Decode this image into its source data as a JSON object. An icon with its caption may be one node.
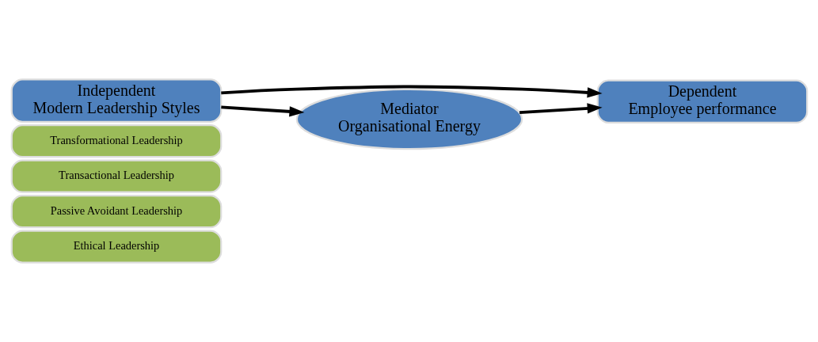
{
  "diagram": {
    "nodes": [
      {
        "text": [
          "Independent",
          "Modern Leadership Styles"
        ]
      },
      {
        "text": [
          "Transformational Leadership"
        ]
      },
      {
        "text": [
          "Transactional Leadership"
        ]
      },
      {
        "text": [
          "Passive Avoidant Leadership"
        ]
      },
      {
        "text": [
          "Ethical Leadership"
        ]
      },
      {
        "text": [
          "Dependent",
          "Employee performance"
        ]
      },
      {
        "text": [
          "Mediator",
          "Organisational Energy"
        ]
      }
    ],
    "edges": [
      {
        "from": 0,
        "to": 5,
        "arrow": "to"
      },
      {
        "from": 0,
        "to": 6,
        "arrow": "to"
      },
      {
        "from": 6,
        "to": 5,
        "arrow": "to"
      }
    ]
  }
}
